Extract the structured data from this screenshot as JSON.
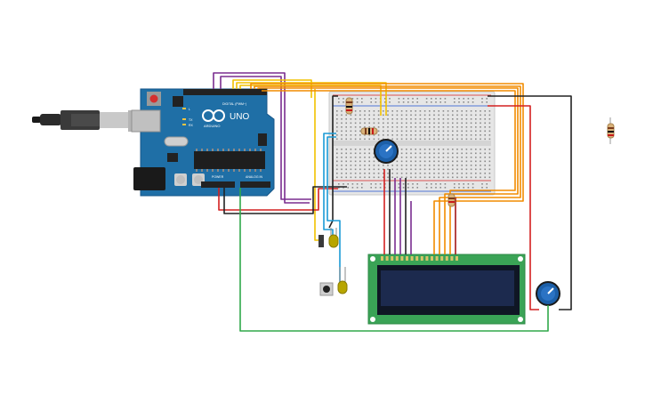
{
  "arduino": {
    "model": "UNO",
    "brand": "ARDUINO",
    "header_digital": "DIGITAL (PWM~)",
    "header_power": "POWER",
    "header_analog": "ANALOG IN",
    "led_tx": "TX",
    "led_rx": "RX",
    "led_l": "L",
    "aref": "AREF",
    "gnd": "GND"
  },
  "colors": {
    "arduino_board": "#1f6fa6",
    "breadboard": "#e6e6e6",
    "lcd_pcb": "#3aa356",
    "lcd_screen": "#1c2a4e",
    "potentiometer": "#1c5fa8",
    "wire_purple": "#7a2d8f",
    "wire_yellow": "#f2c200",
    "wire_orange": "#f28c00",
    "wire_red": "#d42020",
    "wire_black": "#222222",
    "wire_green": "#30a84a",
    "wire_blue": "#1a9ad6"
  },
  "components": [
    {
      "name": "arduino-uno",
      "label": "Arduino Uno R3"
    },
    {
      "name": "usb-cable",
      "label": "USB cable"
    },
    {
      "name": "breadboard",
      "label": "Breadboard"
    },
    {
      "name": "lcd-16x2",
      "label": "LCD 16 x 2"
    },
    {
      "name": "potentiometer-breadboard",
      "label": "Potentiometer"
    },
    {
      "name": "potentiometer-lcd",
      "label": "Potentiometer"
    },
    {
      "name": "pushbutton",
      "label": "Pushbutton"
    },
    {
      "name": "led-1",
      "label": "LED"
    },
    {
      "name": "led-2",
      "label": "LED"
    },
    {
      "name": "resistors",
      "label": "Resistors"
    },
    {
      "name": "spare-resistor",
      "label": "Resistor"
    }
  ]
}
